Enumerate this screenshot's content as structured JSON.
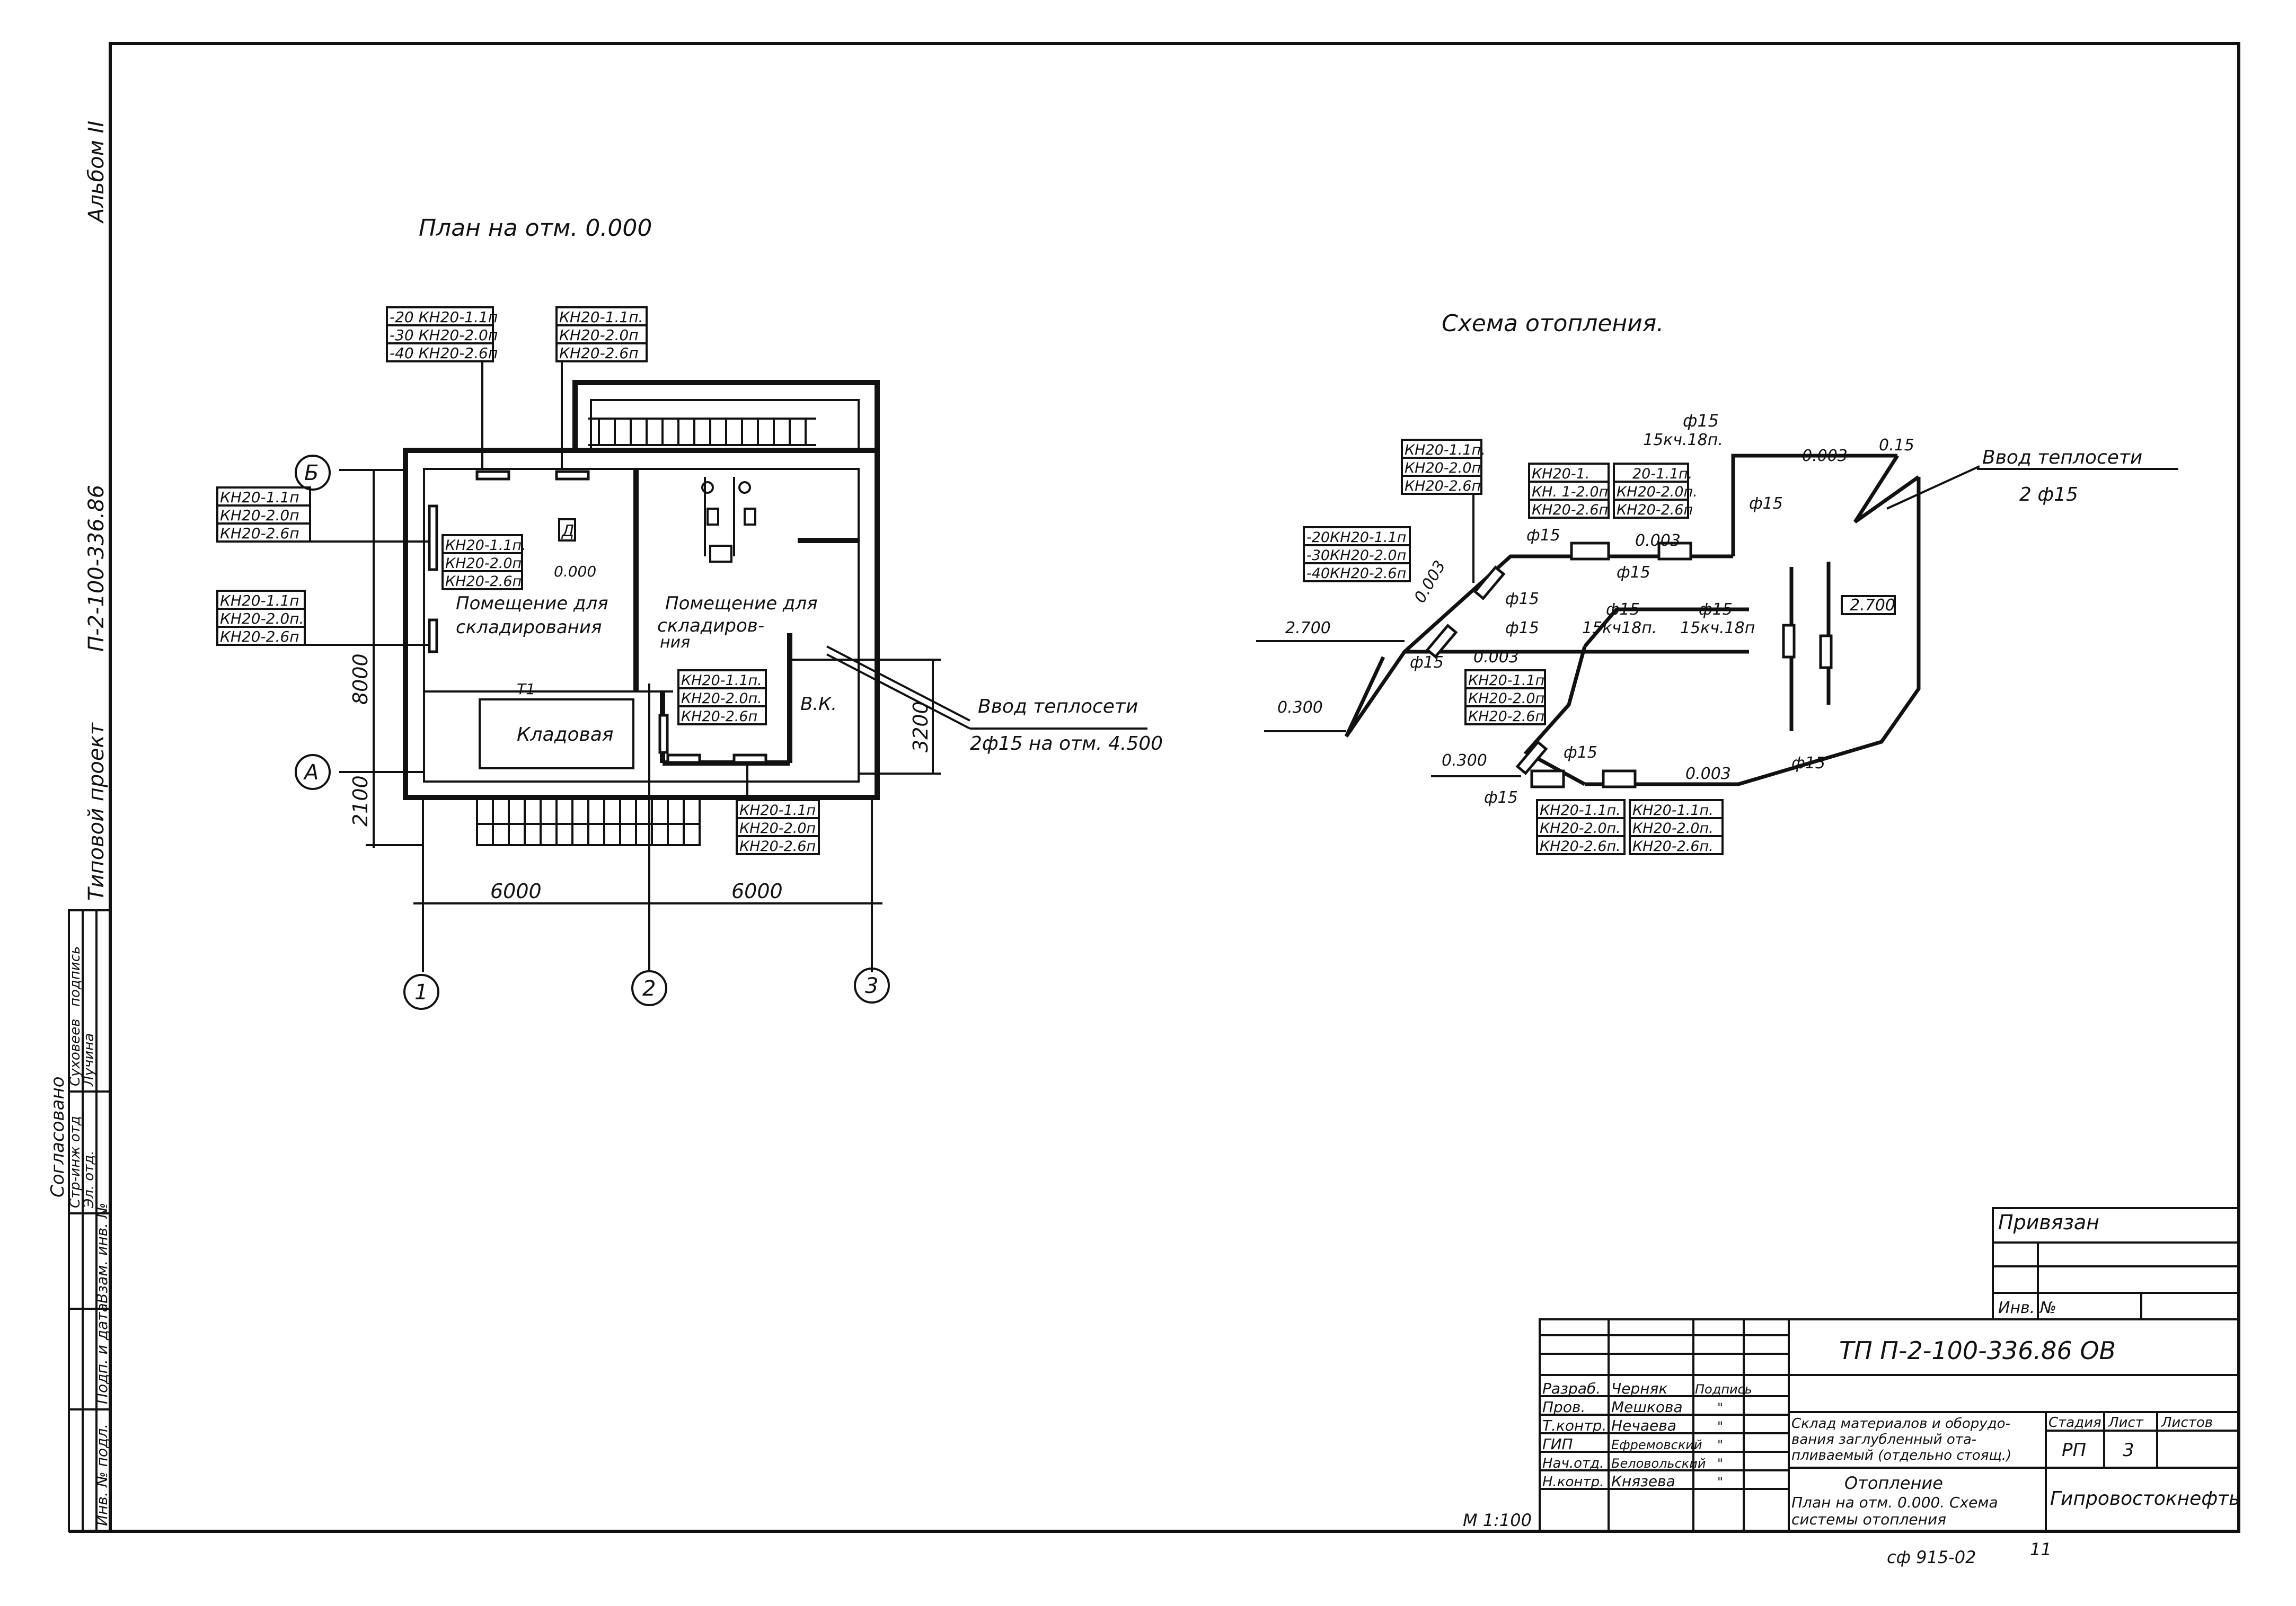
{
  "side": {
    "album": "Альбом II",
    "project_label": "Типовой проект",
    "project_number": "П-2-100-336.86",
    "agreed": "Согласовано",
    "agree_rows": [
      {
        "role": "Стр-инж отд",
        "name": "Суховеев"
      },
      {
        "role": "Эл. отд.",
        "name": "Лучина"
      }
    ],
    "agree_sign_label": "подпись",
    "stamp_cells": [
      "Взам. инв. №",
      "Подп. и дата",
      "Инв. № подл."
    ]
  },
  "plan": {
    "title": "План на отм. 0.000",
    "axes_letters": [
      "Б",
      "А"
    ],
    "axes_numbers": [
      "1",
      "2",
      "3"
    ],
    "dim_horizontal": [
      "6000",
      "6000"
    ],
    "dim_vertical": [
      "8000",
      "2100",
      "3200"
    ],
    "room_storage_1": [
      "Помещение для",
      "складирования"
    ],
    "room_storage_2": [
      "Помещение для",
      "складиров-",
      "ния"
    ],
    "room_pantry": "Кладовая",
    "room_vk": "В.К.",
    "mark_d": "Д",
    "mark_level": "0.000",
    "mark_t1": "Т1",
    "inlet": [
      "Ввод теплосети",
      "2ф15 на отм. 4.500"
    ],
    "tags": {
      "top_left": [
        "-20 КН20-1.1п",
        "-30 КН20-2.0п",
        "-40 КН20-2.6п"
      ],
      "top_mid": [
        "КН20-1.1п.",
        "КН20-2.0п",
        "КН20-2.6п"
      ],
      "left_upper": [
        "КН20-1.1п",
        "КН20-2.0п",
        "КН20-2.6п"
      ],
      "left_lower": [
        "КН20-1.1п",
        "КН20-2.0п.",
        "КН20-2.6п"
      ],
      "room1": [
        "КН20-1.1п.",
        "КН20-2.0п",
        "КН20-2.6п"
      ],
      "room2": [
        "КН20-1.1п.",
        "КН20-2.0п.",
        "КН20-2.6п"
      ],
      "bottom": [
        "КН20-1.1п",
        "КН20-2.0п",
        "КН20-2.6п"
      ]
    }
  },
  "scheme": {
    "title": "Схема отопления.",
    "inlet": [
      "Ввод теплосети",
      "2 ф15"
    ],
    "pipe_labels": [
      "ф15",
      "15кч.18п.",
      "ф15",
      "0.003",
      "0.15",
      "ф15",
      "ф15",
      "0.003",
      "ф15",
      "0.003",
      "ф15",
      "ф15",
      "15кч18п.",
      "ф15",
      "15кч.18п",
      "0.003",
      "ф15",
      "ф15",
      "0.003",
      "ф15",
      "ф15"
    ],
    "levels": [
      "2.700",
      "0.300",
      "0.300",
      "2.700"
    ],
    "tags": {
      "t1": [
        "КН20-1.1п.",
        "КН20-2.0п",
        "КН20-2.6п"
      ],
      "t2": [
        "-20КН20-1.1п",
        "-30КН20-2.0п",
        "-40КН20-2.6п"
      ],
      "t3": [
        "КН20-1.",
        "КН. 1-2.0п",
        "КН20-2.6п"
      ],
      "t4": [
        "20-1.1п.",
        "КН20-2.0п.",
        "КН20-2.6п"
      ],
      "t5": [
        "КН20-1.1п",
        "КН20-2.0п",
        "КН20-2.6п"
      ],
      "t6": [
        "КН20-1.1п.",
        "КН20-2.0п.",
        "КН20-2.6п."
      ],
      "t7": [
        "КН20-1.1п.",
        "КН20-2.0п.",
        "КН20-2.6п."
      ]
    }
  },
  "title_block": {
    "bound": "Привязан",
    "inv": "Инв. №",
    "code": "ТП П-2-100-336.86 ОВ",
    "staff": [
      {
        "role": "Разраб.",
        "name": "Черняк",
        "sign": "Подпись"
      },
      {
        "role": "Пров.",
        "name": "Мешкова",
        "sign": "\""
      },
      {
        "role": "Т.контр.",
        "name": "Нечаева",
        "sign": "\""
      },
      {
        "role": "ГИП",
        "name": "Ефремовский",
        "sign": "\""
      },
      {
        "role": "Нач.отд.",
        "name": "Беловольский",
        "sign": "\""
      },
      {
        "role": "Н.контр.",
        "name": "Князева",
        "sign": "\""
      }
    ],
    "object_name": [
      "Склад материалов и оборудо-",
      "вания заглубленный ота-",
      "пливаемый (отдельно стоящ.)"
    ],
    "col_stage": "Стадия",
    "col_sheet": "Лист",
    "col_sheets": "Листов",
    "stage": "РП",
    "sheet": "3",
    "sheet_title": [
      "Отопление",
      "План на отм. 0.000. Схема",
      "системы отопления"
    ],
    "org": "Гипровостокнефть",
    "scale": "М 1:100",
    "footer": "сф 915-02",
    "footer_num": "11"
  }
}
